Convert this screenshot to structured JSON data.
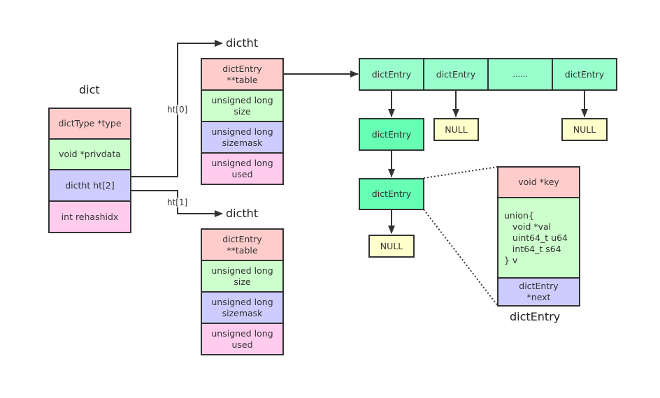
{
  "dict": {
    "title": "dict",
    "fields": [
      "dictType *type",
      "void *privdata",
      "dictht ht[2]",
      "int rehashidx"
    ]
  },
  "edges": {
    "ht0_label": "ht[0]",
    "ht1_label": "ht[1]"
  },
  "dictht0": {
    "title": "dictht",
    "fields": [
      "dictEntry\n**table",
      "unsigned long\nsize",
      "unsigned long\nsizemask",
      "unsigned long\nused"
    ]
  },
  "dictht1": {
    "title": "dictht",
    "fields": [
      "dictEntry\n**table",
      "unsigned long\nsize",
      "unsigned long\nsizemask",
      "unsigned long\nused"
    ]
  },
  "table": {
    "slots": [
      "dictEntry",
      "dictEntry",
      "......",
      "dictEntry"
    ]
  },
  "chain": {
    "entry1": "dictEntry",
    "entry2": "dictEntry",
    "null_slot1": "NULL",
    "null_slot3": "NULL",
    "null_entry2": "NULL"
  },
  "entry_detail": {
    "title": "dictEntry",
    "key": "void *key",
    "union": "union{\n   void *val\n   uint64_t u64\n   int64_t s64\n} v",
    "next": "dictEntry\n*next"
  }
}
